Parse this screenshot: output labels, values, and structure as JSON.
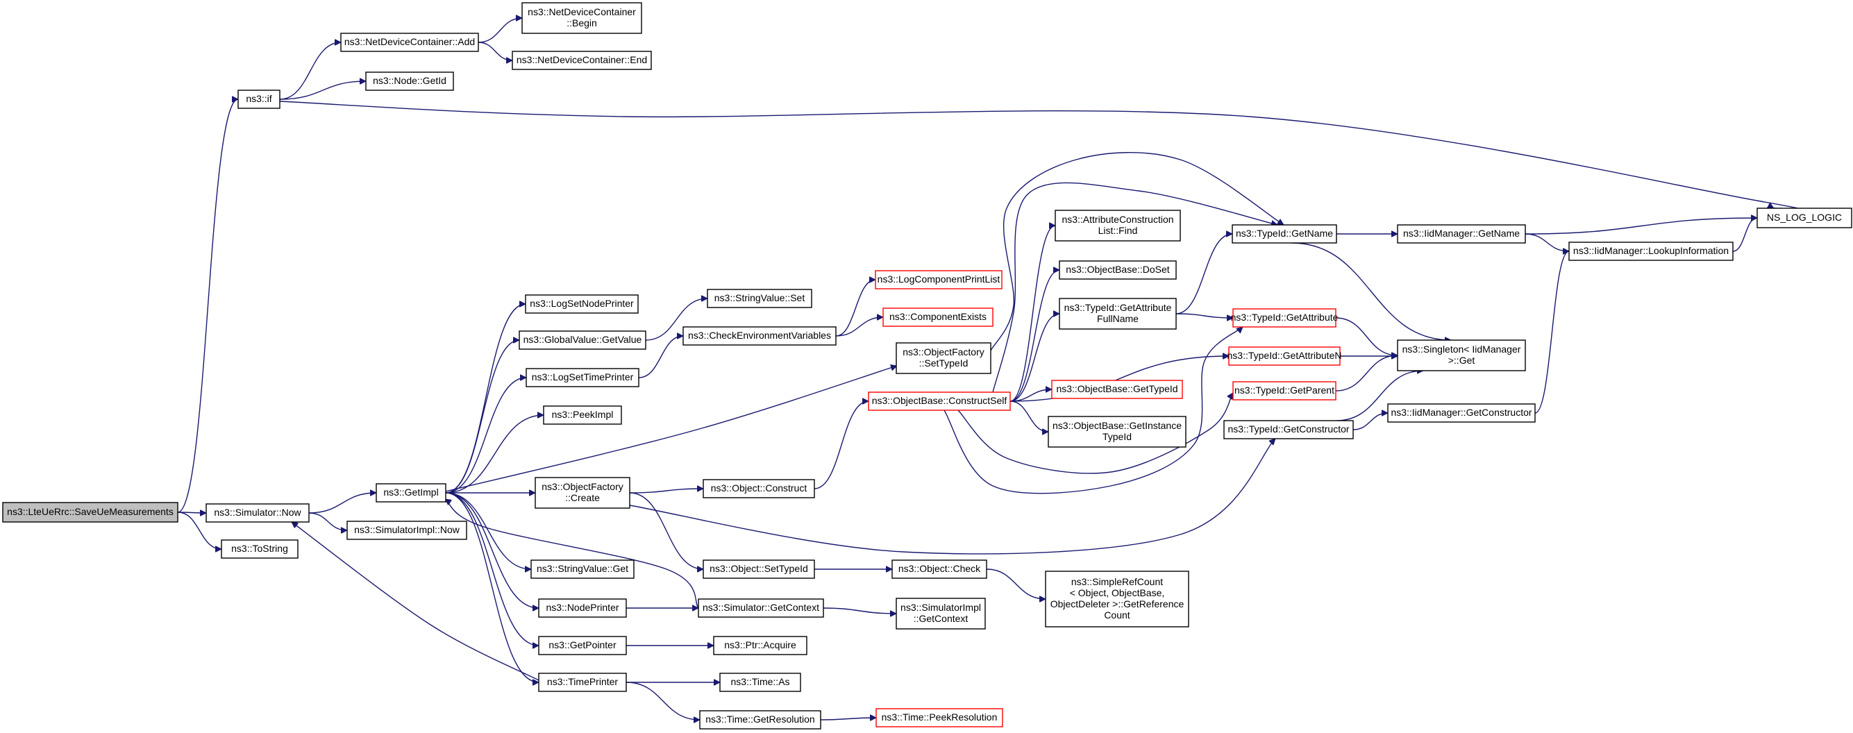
{
  "colors": {
    "edge": "#191970",
    "normal_border": "#000000",
    "red_border": "#ff0000",
    "root_fill": "#bfbfbf",
    "background": "#ffffff"
  },
  "nodes": [
    {
      "id": "root",
      "lines": [
        "ns3::LteUeRrc::SaveUeMeasurements"
      ],
      "style": "grey"
    },
    {
      "id": "if",
      "lines": [
        "ns3::if"
      ],
      "style": "normal"
    },
    {
      "id": "ndcadd",
      "lines": [
        "ns3::NetDeviceContainer::Add"
      ],
      "style": "normal"
    },
    {
      "id": "ndcbegin",
      "lines": [
        "ns3::NetDeviceContainer",
        "::Begin"
      ],
      "style": "normal"
    },
    {
      "id": "ndcend",
      "lines": [
        "ns3::NetDeviceContainer::End"
      ],
      "style": "normal"
    },
    {
      "id": "nodegetid",
      "lines": [
        "ns3::Node::GetId"
      ],
      "style": "normal"
    },
    {
      "id": "nslog",
      "lines": [
        "NS_LOG_LOGIC"
      ],
      "style": "normal"
    },
    {
      "id": "simnow",
      "lines": [
        "ns3::Simulator::Now"
      ],
      "style": "normal"
    },
    {
      "id": "tostring",
      "lines": [
        "ns3::ToString"
      ],
      "style": "normal"
    },
    {
      "id": "getimpl",
      "lines": [
        "ns3::GetImpl"
      ],
      "style": "normal"
    },
    {
      "id": "simimplnow",
      "lines": [
        "ns3::SimulatorImpl::Now"
      ],
      "style": "normal"
    },
    {
      "id": "logsetnode",
      "lines": [
        "ns3::LogSetNodePrinter"
      ],
      "style": "normal"
    },
    {
      "id": "gvgetvalue",
      "lines": [
        "ns3::GlobalValue::GetValue"
      ],
      "style": "normal"
    },
    {
      "id": "logsettime",
      "lines": [
        "ns3::LogSetTimePrinter"
      ],
      "style": "normal"
    },
    {
      "id": "peekimpl",
      "lines": [
        "ns3::PeekImpl"
      ],
      "style": "normal"
    },
    {
      "id": "ofcreate",
      "lines": [
        "ns3::ObjectFactory",
        "::Create"
      ],
      "style": "normal"
    },
    {
      "id": "svget",
      "lines": [
        "ns3::StringValue::Get"
      ],
      "style": "normal"
    },
    {
      "id": "nodeprinter",
      "lines": [
        "ns3::NodePrinter"
      ],
      "style": "normal"
    },
    {
      "id": "getpointer",
      "lines": [
        "ns3::GetPointer"
      ],
      "style": "normal"
    },
    {
      "id": "timeprinter",
      "lines": [
        "ns3::TimePrinter"
      ],
      "style": "normal"
    },
    {
      "id": "svset",
      "lines": [
        "ns3::StringValue::Set"
      ],
      "style": "normal"
    },
    {
      "id": "checkenv",
      "lines": [
        "ns3::CheckEnvironmentVariables"
      ],
      "style": "normal"
    },
    {
      "id": "objconstruct",
      "lines": [
        "ns3::Object::Construct"
      ],
      "style": "normal"
    },
    {
      "id": "objsettypeid",
      "lines": [
        "ns3::Object::SetTypeId"
      ],
      "style": "normal"
    },
    {
      "id": "simgetcontext",
      "lines": [
        "ns3::Simulator::GetContext"
      ],
      "style": "normal"
    },
    {
      "id": "ptracquire",
      "lines": [
        "ns3::Ptr::Acquire"
      ],
      "style": "normal"
    },
    {
      "id": "timeas",
      "lines": [
        "ns3::Time::As"
      ],
      "style": "normal"
    },
    {
      "id": "timegetres",
      "lines": [
        "ns3::Time::GetResolution"
      ],
      "style": "normal"
    },
    {
      "id": "logcompprint",
      "lines": [
        "ns3::LogComponentPrintList"
      ],
      "style": "red"
    },
    {
      "id": "compexists",
      "lines": [
        "ns3::ComponentExists"
      ],
      "style": "red"
    },
    {
      "id": "ofsettypeid",
      "lines": [
        "ns3::ObjectFactory",
        "::SetTypeId"
      ],
      "style": "normal"
    },
    {
      "id": "obconstructself",
      "lines": [
        "ns3::ObjectBase::ConstructSelf"
      ],
      "style": "red"
    },
    {
      "id": "objcheck",
      "lines": [
        "ns3::Object::Check"
      ],
      "style": "normal"
    },
    {
      "id": "simimplgetctx",
      "lines": [
        "ns3::SimulatorImpl",
        "::GetContext"
      ],
      "style": "normal"
    },
    {
      "id": "timepeekres",
      "lines": [
        "ns3::Time::PeekResolution"
      ],
      "style": "red"
    },
    {
      "id": "acfind",
      "lines": [
        "ns3::AttributeConstruction",
        "List::Find"
      ],
      "style": "normal"
    },
    {
      "id": "obdoset",
      "lines": [
        "ns3::ObjectBase::DoSet"
      ],
      "style": "normal"
    },
    {
      "id": "tidgetattrfull",
      "lines": [
        "ns3::TypeId::GetAttribute",
        "FullName"
      ],
      "style": "normal"
    },
    {
      "id": "obgettypeid",
      "lines": [
        "ns3::ObjectBase::GetTypeId"
      ],
      "style": "red"
    },
    {
      "id": "obgetinsttid",
      "lines": [
        "ns3::ObjectBase::GetInstance",
        "TypeId"
      ],
      "style": "normal"
    },
    {
      "id": "srcount",
      "lines": [
        "ns3::SimpleRefCount",
        "< Object, ObjectBase,",
        "ObjectDeleter >::GetReference",
        "Count"
      ],
      "style": "normal"
    },
    {
      "id": "tidgetname",
      "lines": [
        "ns3::TypeId::GetName"
      ],
      "style": "normal"
    },
    {
      "id": "tidgetattr",
      "lines": [
        "ns3::TypeId::GetAttribute"
      ],
      "style": "red"
    },
    {
      "id": "tidgetattrn",
      "lines": [
        "ns3::TypeId::GetAttributeN"
      ],
      "style": "red"
    },
    {
      "id": "tidgetparent",
      "lines": [
        "ns3::TypeId::GetParent"
      ],
      "style": "red"
    },
    {
      "id": "tidgetctor",
      "lines": [
        "ns3::TypeId::GetConstructor"
      ],
      "style": "normal"
    },
    {
      "id": "iidgetname",
      "lines": [
        "ns3::IidManager::GetName"
      ],
      "style": "normal"
    },
    {
      "id": "singleton",
      "lines": [
        "ns3::Singleton< IidManager",
        ">::Get"
      ],
      "style": "normal"
    },
    {
      "id": "iidgetctor",
      "lines": [
        "ns3::IidManager::GetConstructor"
      ],
      "style": "normal"
    },
    {
      "id": "iidlookup",
      "lines": [
        "ns3::IidManager::LookupInformation"
      ],
      "style": "normal"
    }
  ],
  "edges": [
    [
      "root",
      "if"
    ],
    [
      "root",
      "simnow"
    ],
    [
      "root",
      "tostring"
    ],
    [
      "if",
      "ndcadd"
    ],
    [
      "if",
      "nodegetid"
    ],
    [
      "if",
      "nslog"
    ],
    [
      "ndcadd",
      "ndcbegin"
    ],
    [
      "ndcadd",
      "ndcend"
    ],
    [
      "simnow",
      "getimpl"
    ],
    [
      "simnow",
      "simimplnow"
    ],
    [
      "getimpl",
      "logsetnode"
    ],
    [
      "getimpl",
      "gvgetvalue"
    ],
    [
      "getimpl",
      "logsettime"
    ],
    [
      "getimpl",
      "peekimpl"
    ],
    [
      "getimpl",
      "ofsettypeid"
    ],
    [
      "getimpl",
      "ofcreate"
    ],
    [
      "getimpl",
      "svget"
    ],
    [
      "getimpl",
      "nodeprinter"
    ],
    [
      "getimpl",
      "getpointer"
    ],
    [
      "getimpl",
      "timeprinter"
    ],
    [
      "gvgetvalue",
      "svset"
    ],
    [
      "logsettime",
      "checkenv"
    ],
    [
      "checkenv",
      "logcompprint"
    ],
    [
      "checkenv",
      "compexists"
    ],
    [
      "ofcreate",
      "objconstruct"
    ],
    [
      "ofcreate",
      "objsettypeid"
    ],
    [
      "ofcreate",
      "tidgetctor"
    ],
    [
      "objconstruct",
      "obconstructself"
    ],
    [
      "objsettypeid",
      "objcheck"
    ],
    [
      "nodeprinter",
      "simgetcontext"
    ],
    [
      "simgetcontext",
      "getimpl"
    ],
    [
      "simgetcontext",
      "simimplgetctx"
    ],
    [
      "getpointer",
      "ptracquire"
    ],
    [
      "timeprinter",
      "simnow"
    ],
    [
      "timeprinter",
      "timeas"
    ],
    [
      "timeprinter",
      "timegetres"
    ],
    [
      "timegetres",
      "timepeekres"
    ],
    [
      "objcheck",
      "srcount"
    ],
    [
      "ofsettypeid",
      "tidgetname"
    ],
    [
      "obconstructself",
      "acfind"
    ],
    [
      "obconstructself",
      "obdoset"
    ],
    [
      "obconstructself",
      "tidgetattrfull"
    ],
    [
      "obconstructself",
      "obgettypeid"
    ],
    [
      "obconstructself",
      "obgetinsttid"
    ],
    [
      "obconstructself",
      "tidgetname"
    ],
    [
      "obconstructself",
      "tidgetattrn"
    ],
    [
      "obconstructself",
      "tidgetparent"
    ],
    [
      "obconstructself",
      "tidgetattr"
    ],
    [
      "tidgetattrfull",
      "tidgetname"
    ],
    [
      "tidgetattrfull",
      "tidgetattr"
    ],
    [
      "tidgetname",
      "iidgetname"
    ],
    [
      "tidgetname",
      "singleton"
    ],
    [
      "tidgetattr",
      "singleton"
    ],
    [
      "tidgetattrn",
      "singleton"
    ],
    [
      "tidgetparent",
      "singleton"
    ],
    [
      "tidgetctor",
      "singleton"
    ],
    [
      "tidgetctor",
      "iidgetctor"
    ],
    [
      "iidgetname",
      "nslog"
    ],
    [
      "iidgetname",
      "iidlookup"
    ],
    [
      "iidlookup",
      "nslog"
    ],
    [
      "iidgetctor",
      "iidlookup"
    ]
  ]
}
